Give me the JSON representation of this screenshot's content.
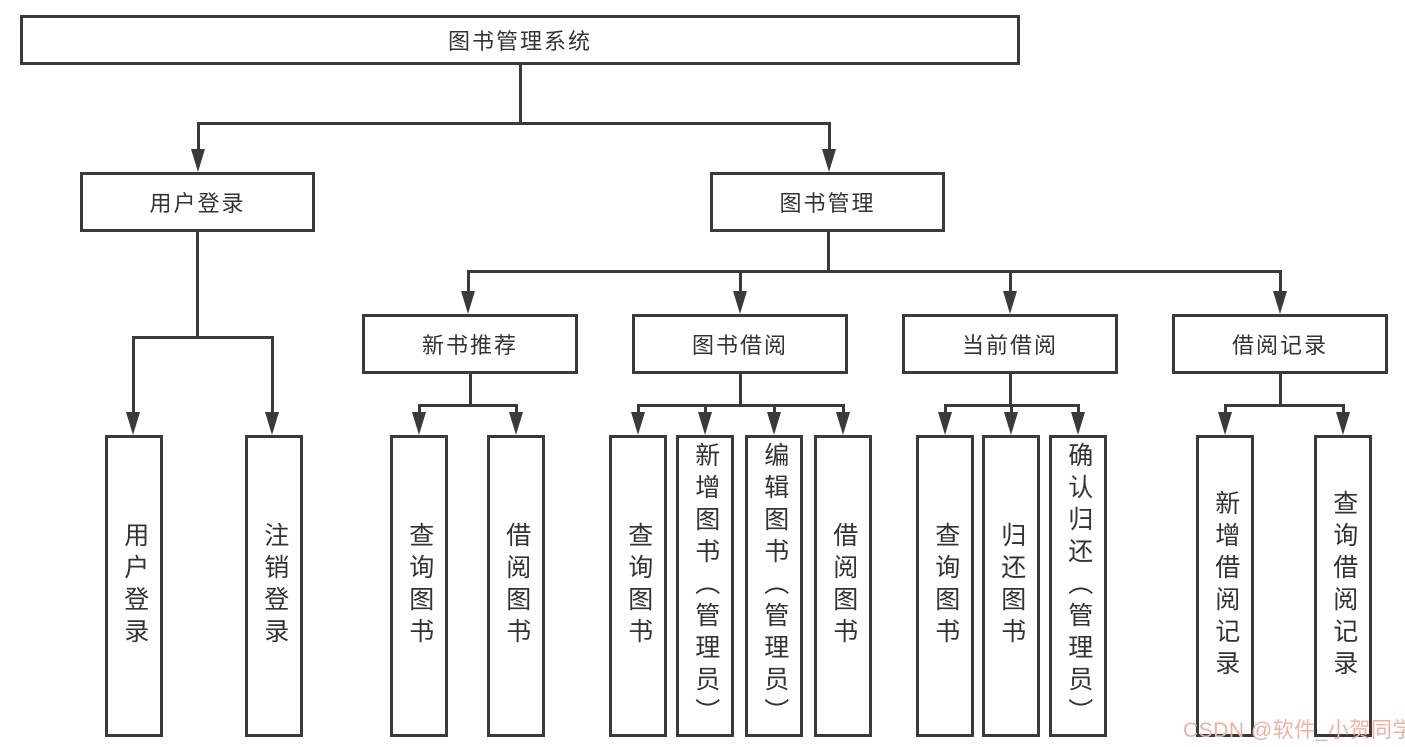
{
  "root": {
    "label": "图书管理系统"
  },
  "level1": [
    {
      "label": "用户登录"
    },
    {
      "label": "图书管理"
    }
  ],
  "level2": [
    {
      "label": "新书推荐"
    },
    {
      "label": "图书借阅"
    },
    {
      "label": "当前借阅"
    },
    {
      "label": "借阅记录"
    }
  ],
  "leaves": [
    {
      "label": "用户登录"
    },
    {
      "label": "注销登录"
    },
    {
      "label": "查询图书"
    },
    {
      "label": "借阅图书"
    },
    {
      "label": "查询图书"
    },
    {
      "label": "新增图书（管理员）"
    },
    {
      "label": "编辑图书（管理员）"
    },
    {
      "label": "借阅图书"
    },
    {
      "label": "查询图书"
    },
    {
      "label": "归还图书"
    },
    {
      "label": "确认归还（管理员）"
    },
    {
      "label": "新增借阅记录"
    },
    {
      "label": "查询借阅记录"
    }
  ],
  "watermark": {
    "text": "CSDN @软件_小贺同学"
  },
  "colors": {
    "line": "#3a3a3a",
    "text": "#333333",
    "watermark": "#efb0a3",
    "background": "#ffffff"
  }
}
